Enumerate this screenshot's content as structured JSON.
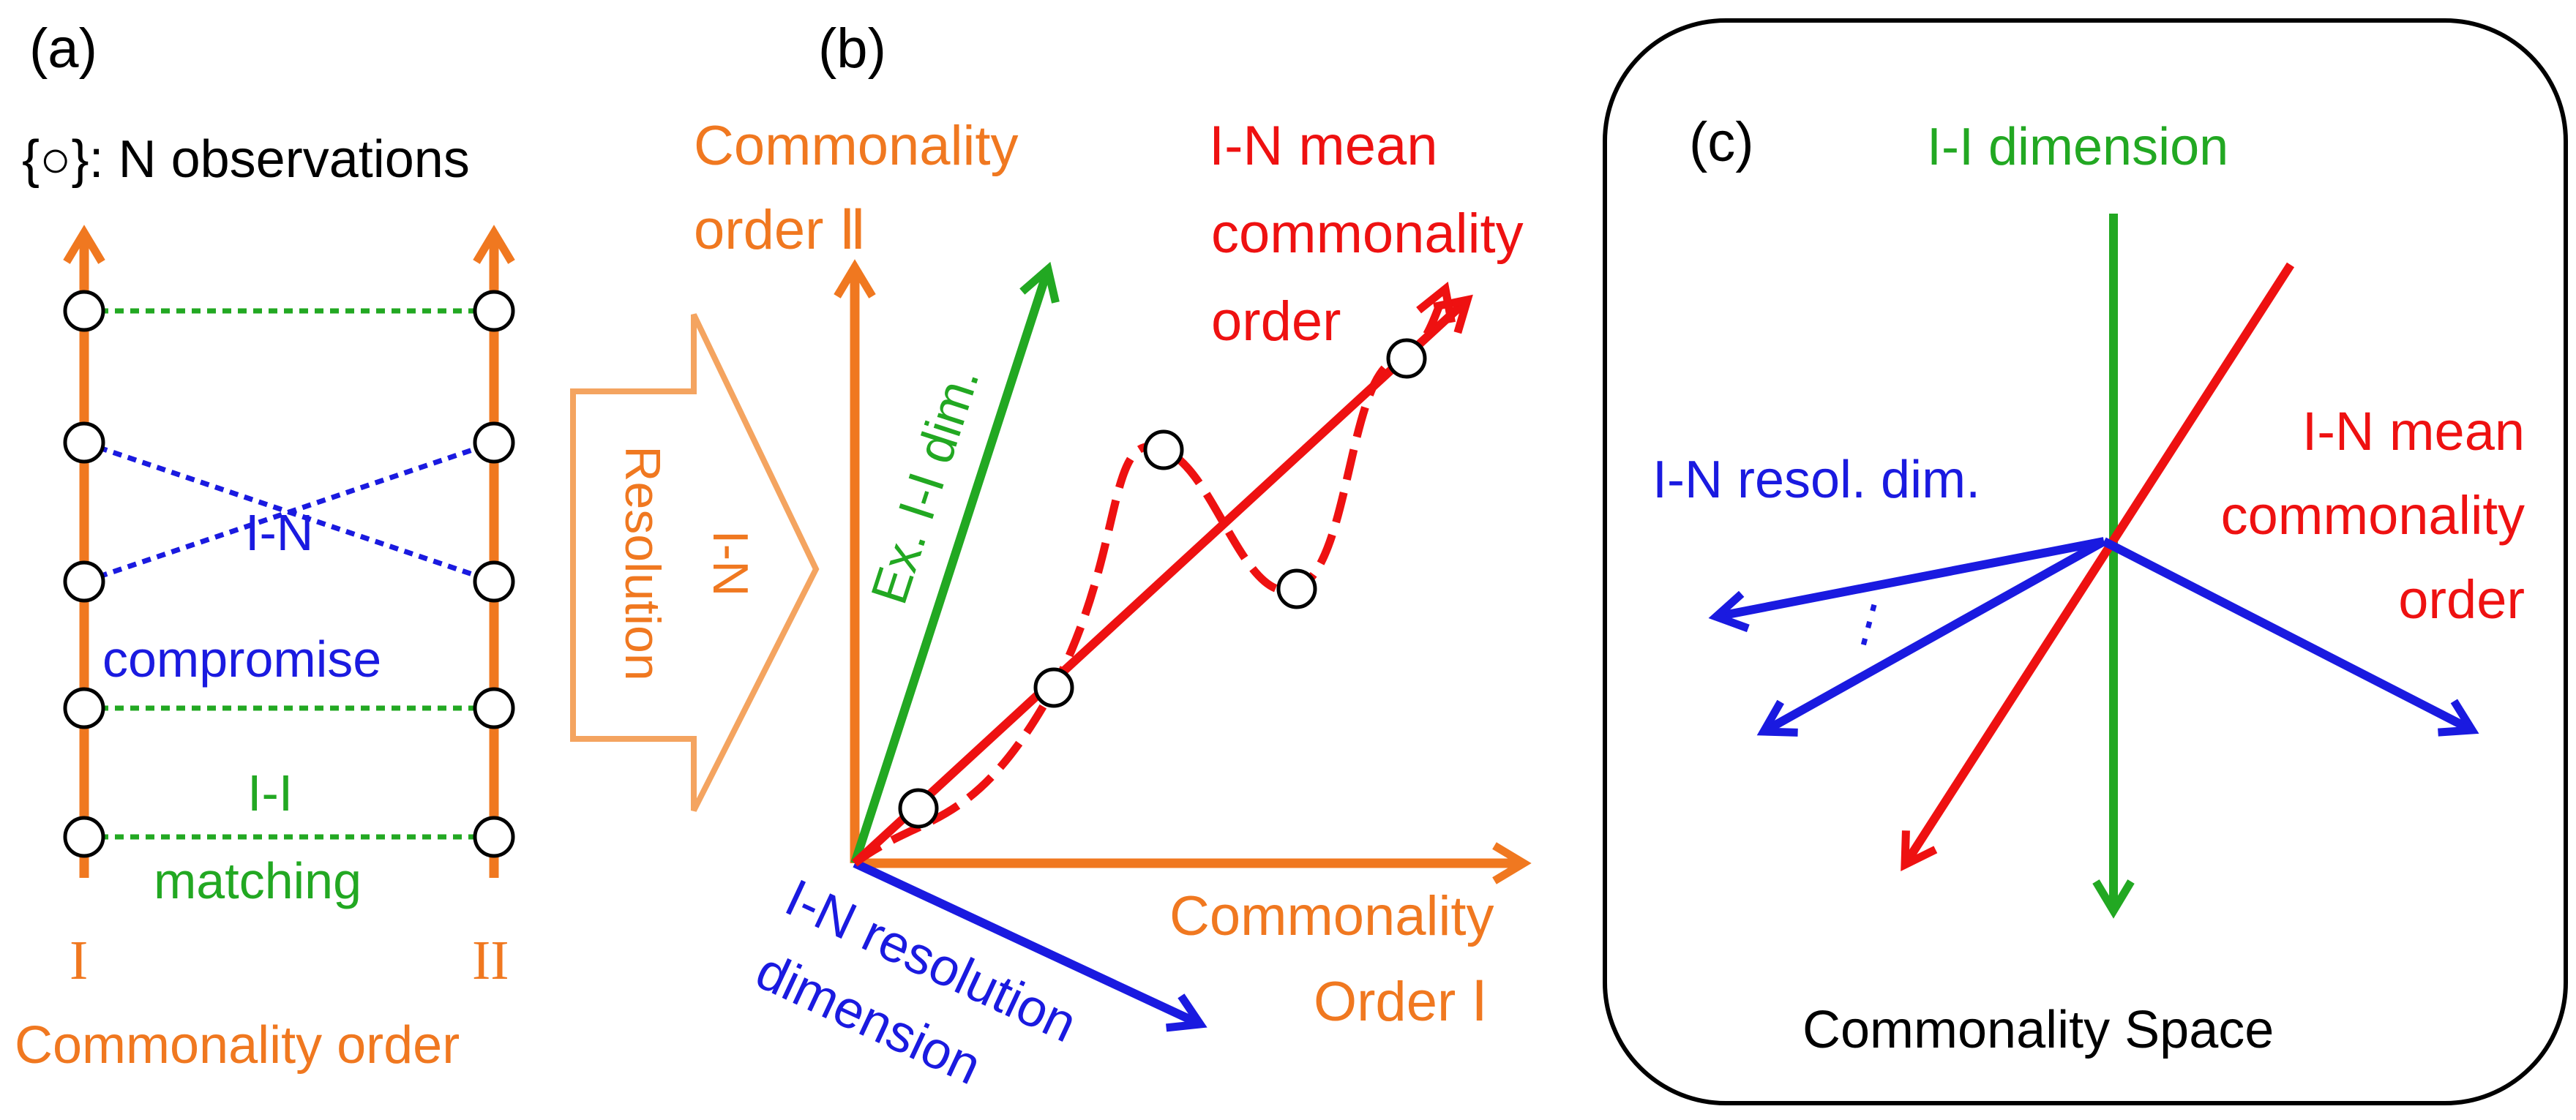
{
  "colors": {
    "orange": "#f07820",
    "light_orange": "#f4a460",
    "green": "#22a822",
    "blue": "#1a1ae0",
    "red": "#ee1111",
    "black": "#000000"
  },
  "panel_a": {
    "label": "(a)",
    "observations": "{○}: N observations",
    "compromise_line1": "I-N",
    "compromise_line2": "compromise",
    "matching_line1": "I-I",
    "matching_line2": "matching",
    "axis1_numeral": "I",
    "axis2_numeral": "II",
    "axis_caption": "Commonality order"
  },
  "arrow_block": {
    "label1": "Resolution",
    "label2": "I-N"
  },
  "panel_b": {
    "label": "(b)",
    "y_axis_line1": "Commonality",
    "y_axis_line2": "order Ⅱ",
    "x_axis_line1": "Commonality",
    "x_axis_line2": "Order Ⅰ",
    "green_vector": "Ex. I-I dim.",
    "red_line1": "I-N mean",
    "red_line2": "commonality",
    "red_line3": "order",
    "blue_line1": "I-N resolution",
    "blue_line2": "dimension"
  },
  "panel_c": {
    "label": "(c)",
    "green_axis": "I-I dimension",
    "blue_axis": "I-N resol. dim.",
    "ellipsis": "⋮",
    "red_line1": "I-N mean",
    "red_line2": "commonality",
    "red_line3": "order",
    "caption": "Commonality Space"
  }
}
